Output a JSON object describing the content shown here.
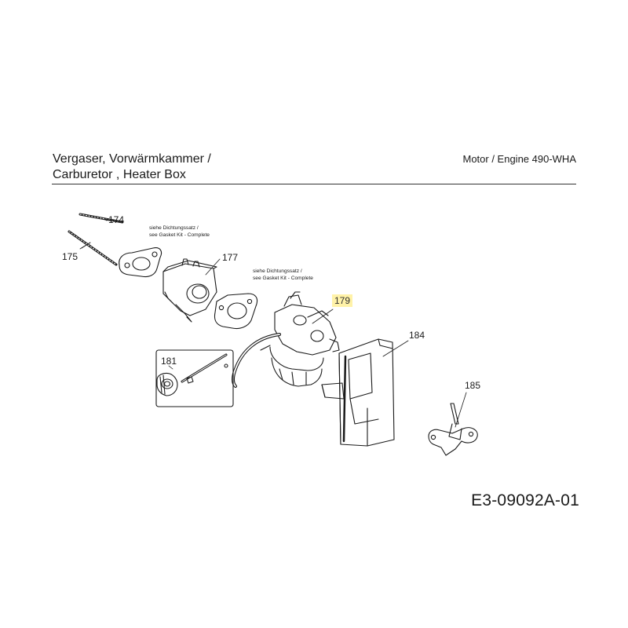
{
  "header": {
    "title_de": "Vergaser, Vorwärmkammer /",
    "title_en": "Carburetor , Heater Box",
    "engine": "Motor / Engine 490-WHA"
  },
  "notes": {
    "gasket_note_1": [
      "siehe Dichtungssatz /",
      "see Gasket Kit - Complete"
    ],
    "gasket_note_2": [
      "siehe Dichtungssatz /",
      "see Gasket Kit - Complete"
    ]
  },
  "parts": [
    {
      "number": "174",
      "highlighted": false
    },
    {
      "number": "175",
      "highlighted": false
    },
    {
      "number": "177",
      "highlighted": false
    },
    {
      "number": "179",
      "highlighted": true
    },
    {
      "number": "181",
      "highlighted": false
    },
    {
      "number": "184",
      "highlighted": false
    },
    {
      "number": "185",
      "highlighted": false
    }
  ],
  "footer": {
    "doc_code": "E3-09092A-01"
  },
  "colors": {
    "highlight": "#fff2a8",
    "line": "#1a1a1a"
  }
}
